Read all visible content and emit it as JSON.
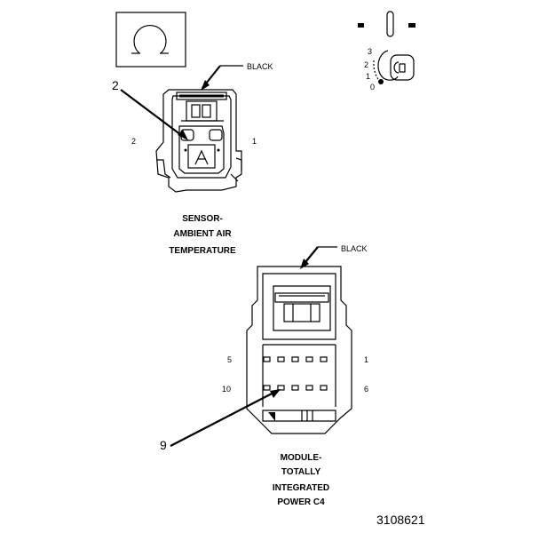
{
  "symbol": {
    "icon": "ohm-meter-icon"
  },
  "ignition": {
    "icon": "ignition-key-switch-icon",
    "positions": [
      "3",
      "2",
      "1",
      "0"
    ]
  },
  "sensor_connector": {
    "wire_color": "BLACK",
    "callout": "2",
    "pin_left": "2",
    "pin_right": "1",
    "title_lines": [
      "SENSOR-",
      "AMBIENT AIR",
      "TEMPERATURE"
    ]
  },
  "module_connector": {
    "wire_color": "BLACK",
    "callout": "9",
    "row1_left": "5",
    "row1_right": "1",
    "row2_left": "10",
    "row2_right": "6",
    "title_lines": [
      "MODULE-",
      "TOTALLY",
      "INTEGRATED",
      "POWER C4"
    ]
  },
  "figure_id": "3108621"
}
